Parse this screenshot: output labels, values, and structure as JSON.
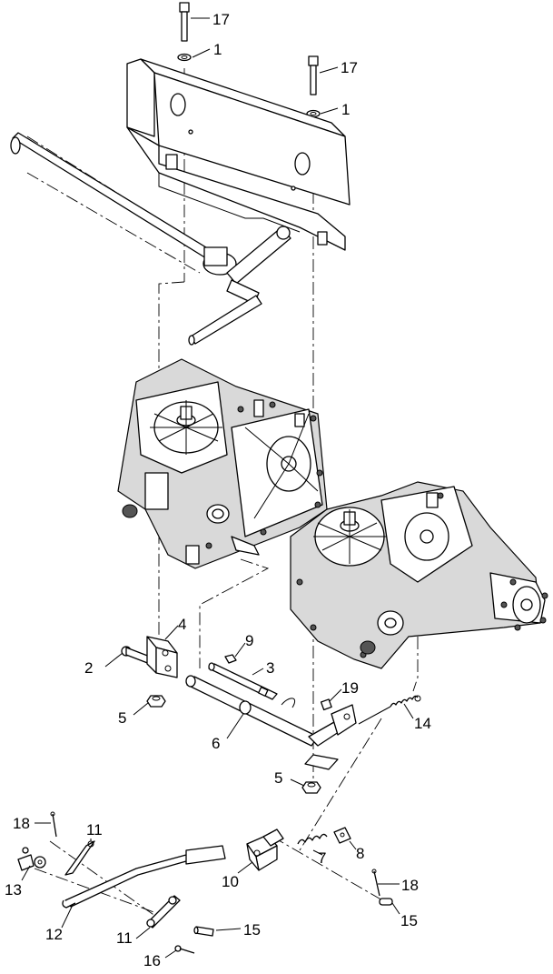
{
  "callouts": [
    {
      "label": "17"
    },
    {
      "label": "1"
    },
    {
      "label": "17"
    },
    {
      "label": "1"
    },
    {
      "label": "4"
    },
    {
      "label": "2"
    },
    {
      "label": "5"
    },
    {
      "label": "9"
    },
    {
      "label": "3"
    },
    {
      "label": "6"
    },
    {
      "label": "19"
    },
    {
      "label": "14"
    },
    {
      "label": "5"
    },
    {
      "label": "18"
    },
    {
      "label": "11"
    },
    {
      "label": "13"
    },
    {
      "label": "7"
    },
    {
      "label": "8"
    },
    {
      "label": "10"
    },
    {
      "label": "18"
    },
    {
      "label": "15"
    },
    {
      "label": "12"
    },
    {
      "label": "11"
    },
    {
      "label": "15"
    },
    {
      "label": "16"
    }
  ]
}
